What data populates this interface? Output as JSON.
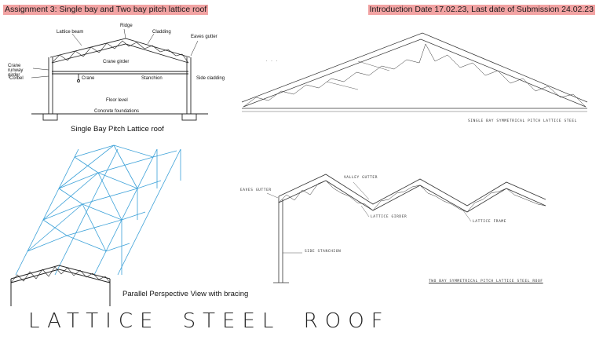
{
  "header": {
    "assignment": "Assignment 3: Single bay and Two bay pitch lattice roof",
    "dates": "Introduction Date 17.02.23, Last date of Submission 24.02.23"
  },
  "colors": {
    "highlight": "#f2a3a3",
    "bracing_blue": "#3aa0d8",
    "ink": "#111111"
  },
  "single_bay": {
    "caption": "Single Bay Pitch Lattice roof",
    "labels": {
      "lattice_beam": "Lattice beam",
      "ridge": "Ridge",
      "cladding": "Cladding",
      "eaves_gutter": "Eaves gutter",
      "crane_girder": "Crane girder",
      "crane_runway_girder": "Crane runway girder",
      "crane": "Crane",
      "stanchion": "Stanchion",
      "side_cladding": "Side cladding",
      "corbel": "Corbel",
      "floor_level": "Floor level",
      "concrete_foundations": "Concrete foundations"
    }
  },
  "single_bay_sketch": {
    "footer": "SINGLE BAY SYMMETRICAL PITCH LATTICE STEEL"
  },
  "perspective": {
    "caption": "Parallel Perspective View with bracing"
  },
  "two_bay": {
    "labels": {
      "eaves_gutter": "EAVES GUTTER",
      "valley_gutter": "VALLEY GUTTER",
      "lattice_girder": "LATTICE GIRDER",
      "lattice_frame": "LATTICE FRAME",
      "side_stanchion": "SIDE STANCHION"
    },
    "footer": "TWO BAY SYMMETRICAL PITCH LATTICE STEEL ROOF"
  },
  "big_title": "LATTICE STEEL ROOF"
}
